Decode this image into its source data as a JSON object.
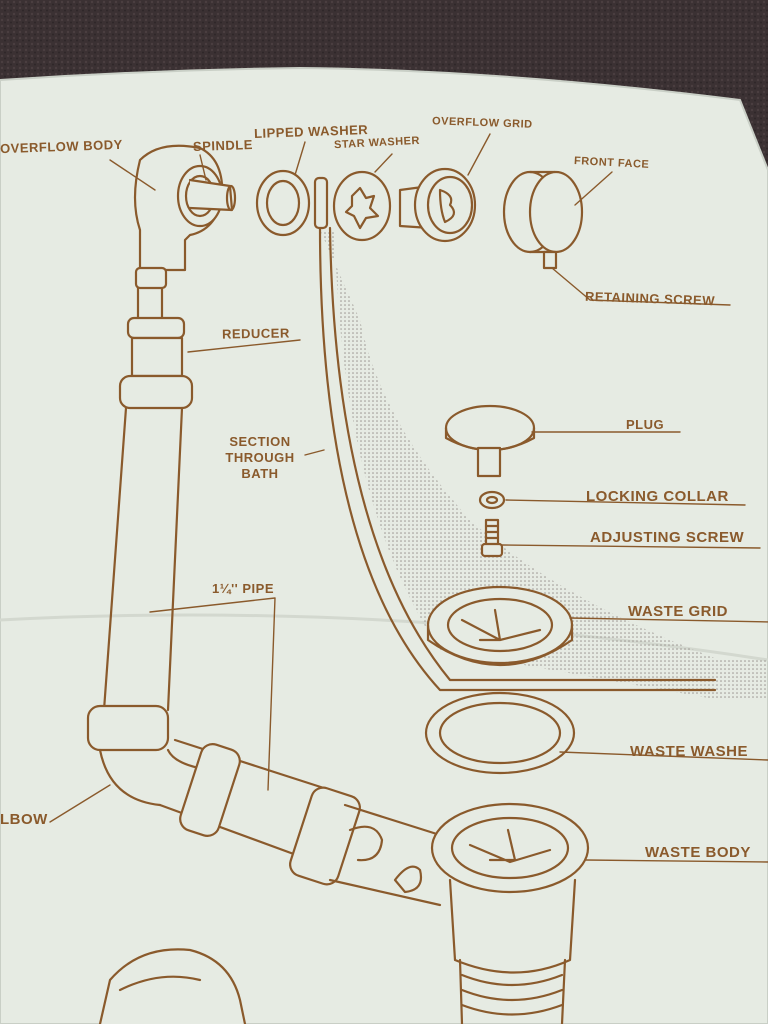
{
  "labels": {
    "overflow_body": "OVERFLOW BODY",
    "spindle": "SPINDLE",
    "lipped_washer": "LIPPED WASHER",
    "star_washer": "STAR WASHER",
    "overflow_grid": "OVERFLOW GRID",
    "front_face": "FRONT FACE",
    "retaining_screw": "RETAINING SCREW",
    "reducer": "REDUCER",
    "section_through_bath_1": "SECTION",
    "section_through_bath_2": "THROUGH",
    "section_through_bath_3": "BATH",
    "plug": "PLUG",
    "locking_collar": "LOCKING COLLAR",
    "adjusting_screw": "ADJUSTING SCREW",
    "waste_grid": "WASTE GRID",
    "pipe": "1¼'' PIPE",
    "waste_washer": "WASTE WASHE",
    "elbow": "LBOW",
    "waste_body": "WASTE BODY"
  },
  "colors": {
    "ink": "#8a5a2c",
    "paper": "#e8ece4",
    "carpet": "#3a3032"
  }
}
